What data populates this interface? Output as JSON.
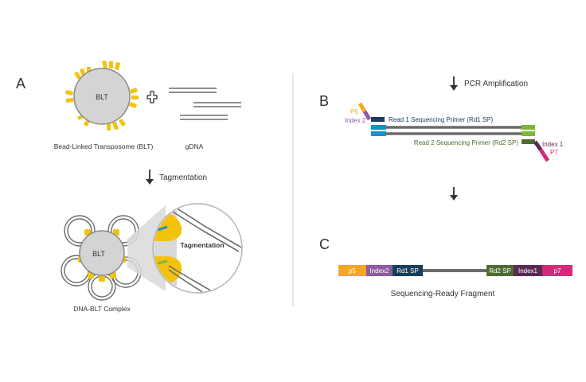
{
  "panels": {
    "a_letter": "A",
    "b_letter": "B",
    "c_letter": "C"
  },
  "panel_a": {
    "blt_label": "BLT",
    "blt_caption": "Bead-Linked Transposome (BLT)",
    "gdna_caption": "gDNA",
    "step_label": "Tagmentation",
    "complex_blt_label": "BLT",
    "complex_caption": "DNA-BLT Complex",
    "zoom_label": "Tagmentation"
  },
  "panel_b": {
    "step_label": "PCR Amplification",
    "p5_label": "P5",
    "index2_label": "Index 2",
    "read1_label": "Read 1 Sequencing Primer (Rd1 SP)",
    "read2_label": "Read 2 Sequencing Primer (Rd2 SP)",
    "index1_label": "Index 1",
    "p7_label": "P7"
  },
  "panel_c": {
    "segments": [
      {
        "label": "p5",
        "color": "#f5a623"
      },
      {
        "label": "Index2",
        "color": "#8e5aa0"
      },
      {
        "label": "Rd1 SP",
        "color": "#173e5c"
      },
      {
        "label": "Rd2 SP",
        "color": "#4f6b2f"
      },
      {
        "label": "Index1",
        "color": "#5a2a52"
      },
      {
        "label": "p7",
        "color": "#d42a7c"
      }
    ],
    "caption": "Sequencing-Ready Fragment"
  },
  "colors": {
    "gold": "#f2c20f",
    "bead_gray": "#d4d4d4",
    "strand_gray": "#6b6b6b",
    "blue": "#1a8fc9",
    "green": "#7bb93a",
    "dark_navy": "#173e5c",
    "olive": "#4f6b2f",
    "orange": "#f5a623",
    "purple": "#8e5aa0",
    "magenta": "#d42a7c",
    "plum": "#5a2a52"
  }
}
